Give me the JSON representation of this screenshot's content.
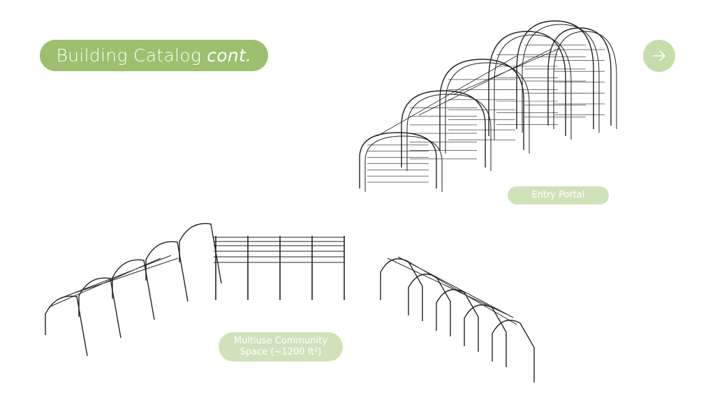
{
  "header": {
    "title": "Building Catalog",
    "title_suffix": "cont."
  },
  "nav": {
    "next_icon": "arrow-right-icon"
  },
  "labels": {
    "entry_portal": "Entry Portal",
    "multiuse": "Multiuse Community",
    "multiuse_size": "Space (~1200 ft²)"
  },
  "colors": {
    "title_pill": "#9dbf6f",
    "next_button": "#c6dcaa",
    "label_pill": "#d0e2b9"
  }
}
